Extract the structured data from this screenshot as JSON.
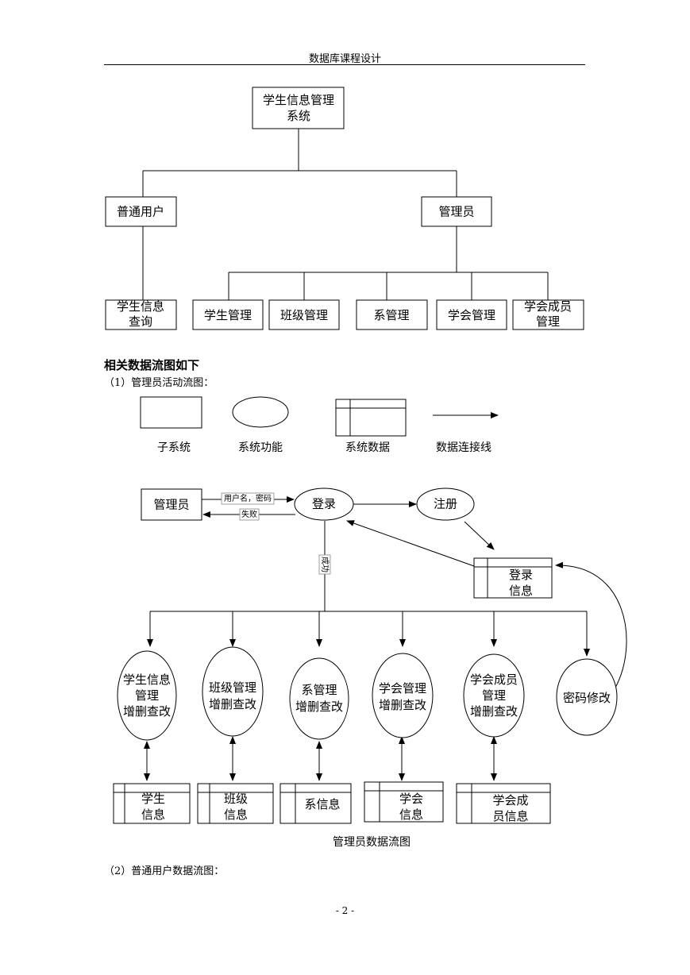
{
  "header": {
    "title": "数据库课程设计"
  },
  "hierarchy": {
    "root": [
      "学生信息管理",
      "系统"
    ],
    "user": "普通用户",
    "admin": "管理员",
    "user_child": [
      "学生信息",
      "查询"
    ],
    "admin_children": {
      "c1": [
        "学生管理"
      ],
      "c2": [
        "班级管理"
      ],
      "c3": [
        "系管理"
      ],
      "c4": [
        "学会管理"
      ],
      "c5": [
        "学会成员",
        "管理"
      ]
    }
  },
  "section": {
    "title": "相关数据流图如下",
    "sub1": "（1）管理员活动流图：",
    "sub2": "（2）普通用户数据流图："
  },
  "legend": {
    "subsystem": "子系统",
    "function": "系统功能",
    "data": "系统数据",
    "connector": "数据连接线"
  },
  "flow": {
    "admin": "管理员",
    "login": "登录",
    "register": "注册",
    "login_info": [
      "登录",
      "信息"
    ],
    "edge_credentials": "用户名，密码",
    "edge_fail": "失败",
    "edge_success": "成功",
    "functions": {
      "f1": [
        "学生信息",
        "管理",
        "增删查改"
      ],
      "f2": [
        "班级管理",
        "增删查改"
      ],
      "f3": [
        "系管理",
        "增删查改"
      ],
      "f4": [
        "学会管理",
        "增删查改"
      ],
      "f5": [
        "学会成员",
        "管理",
        "增删查改"
      ],
      "f6": [
        "密码修改"
      ]
    },
    "stores": {
      "s1": [
        "学生",
        "信息"
      ],
      "s2": [
        "班级",
        "信息"
      ],
      "s3": [
        "系信息"
      ],
      "s4": [
        "学会",
        "信息"
      ],
      "s5": [
        "学会成",
        "员信息"
      ]
    },
    "caption": "管理员数据流图"
  },
  "footer": {
    "page": "- 2 -"
  }
}
